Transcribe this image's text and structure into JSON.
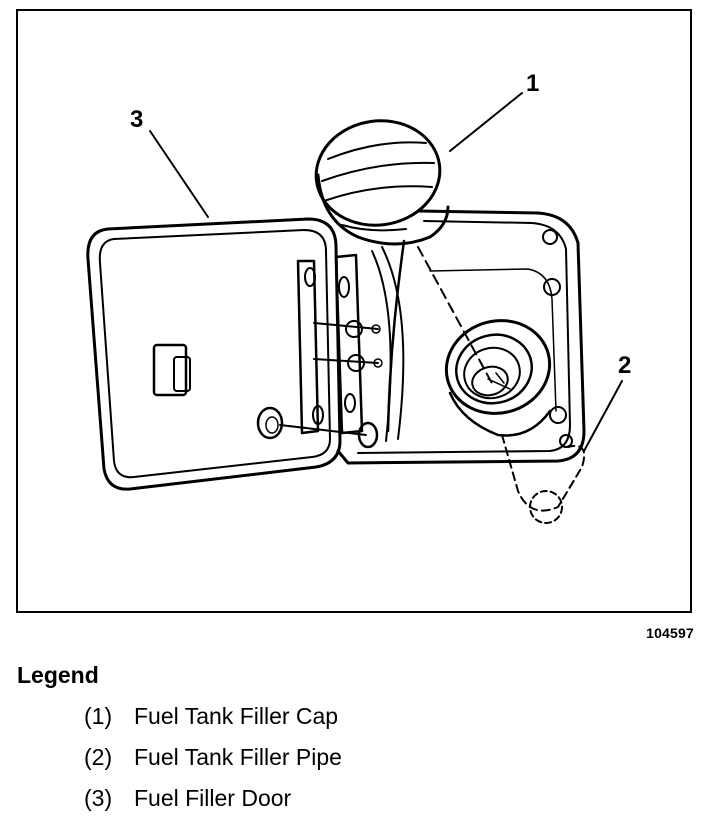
{
  "figure": {
    "id_code": "104597",
    "callouts": {
      "cap": "1",
      "pipe": "2",
      "door": "3"
    }
  },
  "legend": {
    "title": "Legend",
    "items": [
      {
        "number": "(1)",
        "label": "Fuel Tank Filler Cap"
      },
      {
        "number": "(2)",
        "label": "Fuel Tank Filler Pipe"
      },
      {
        "number": "(3)",
        "label": "Fuel Filler Door"
      }
    ]
  },
  "colors": {
    "ink": "#000000",
    "background": "#ffffff"
  }
}
